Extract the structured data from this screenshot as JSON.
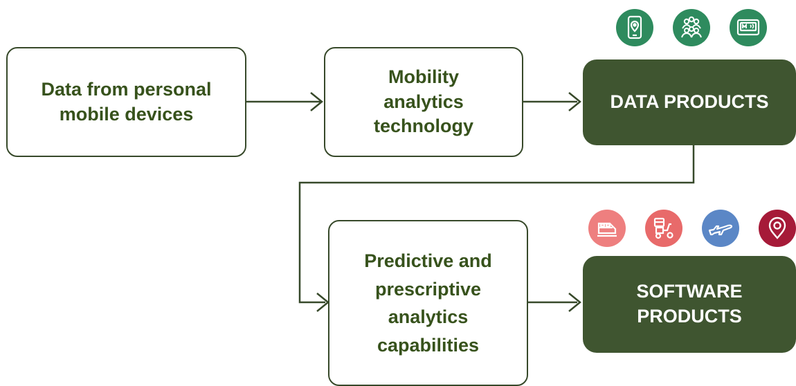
{
  "diagram": {
    "nodes": {
      "source": {
        "lines": [
          "Data from personal",
          "mobile devices"
        ]
      },
      "technology": {
        "lines": [
          "Mobility",
          "analytics",
          "technology"
        ]
      },
      "data_products": {
        "lines": [
          "DATA PRODUCTS"
        ]
      },
      "capabilities": {
        "lines": [
          "Predictive and",
          "prescriptive",
          "analytics",
          "capabilities"
        ]
      },
      "software_products": {
        "lines": [
          "SOFTWARE",
          "PRODUCTS"
        ]
      }
    },
    "edges": [
      [
        "source",
        "technology"
      ],
      [
        "technology",
        "data_products"
      ],
      [
        "data_products",
        "capabilities"
      ],
      [
        "capabilities",
        "software_products"
      ]
    ],
    "data_product_icons": [
      {
        "icon": "phone-location-icon",
        "color": "#2e8b5e"
      },
      {
        "icon": "people-group-icon",
        "color": "#2e8b5e"
      },
      {
        "icon": "transit-card-icon",
        "color": "#2e8b5e"
      }
    ],
    "software_product_icons": [
      {
        "icon": "train-icon",
        "color": "#ee7f7f"
      },
      {
        "icon": "delivery-scooter-icon",
        "color": "#e86a6a"
      },
      {
        "icon": "airplane-icon",
        "color": "#5b87c6"
      },
      {
        "icon": "location-pin-icon",
        "color": "#a61a38"
      }
    ],
    "colors": {
      "dark_box": "#3f5530",
      "text": "#37521c",
      "line": "#37492a"
    }
  }
}
